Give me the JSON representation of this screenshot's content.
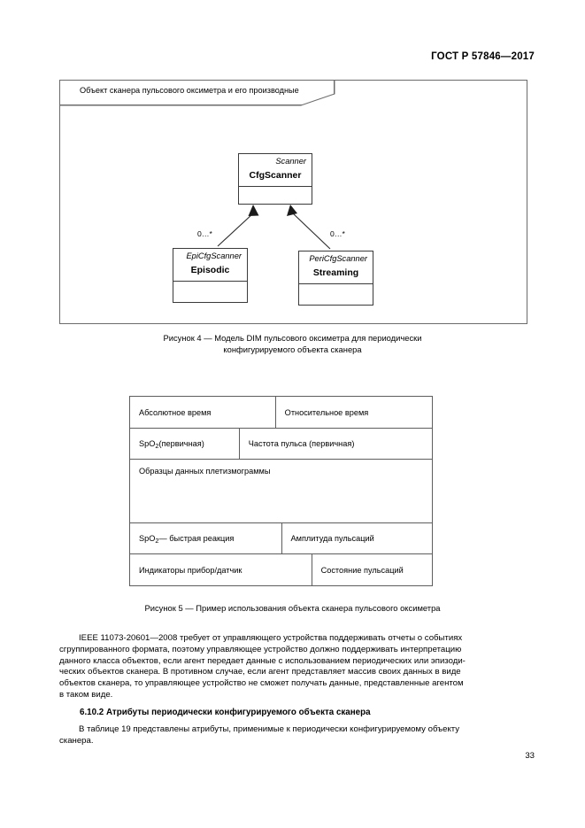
{
  "header": {
    "standard": "ГОСТ Р 57846—2017"
  },
  "figure4": {
    "package_label": "Объект сканера пульсового оксиметра и его производные",
    "classes": {
      "root": {
        "stereotype": "Scanner",
        "name": "CfgScanner"
      },
      "left": {
        "stereotype": "EpiCfgScanner",
        "name": "Episodic"
      },
      "right": {
        "stereotype": "PeriCfgScanner",
        "name": "Streaming"
      }
    },
    "multiplicity": {
      "left": "0...*",
      "right": "0...*"
    },
    "caption_line1": "Рисунок 4 — Модель DIM пульсового оксиметра для периодически",
    "caption_line2": "конфигурируемого объекта сканера"
  },
  "figure5": {
    "rows": [
      {
        "left": "Абсолютное время",
        "right": "Относительное время"
      },
      {
        "left": "SpO",
        "left_sub": "2",
        "left_tail": " (первичная)",
        "right": "Частота пульса (первичная)"
      },
      {
        "full": "Образцы данных плетизмограммы"
      },
      {
        "left": "SpO",
        "left_sub": "2",
        "left_tail": " — быстрая реакция",
        "right": "Амплитуда пульсаций"
      },
      {
        "left": "Индикаторы прибор/датчик",
        "right": "Состояние пульсаций"
      }
    ],
    "caption": "Рисунок 5 — Пример использования объекта сканера пульсового оксиметра"
  },
  "body": {
    "paragraph1_lines": [
      "IEEE 11073-20601—2008 требует от управляющего устройства поддерживать отчеты о событиях",
      "сгруппированного формата, поэтому управляющее устройство должно поддерживать интерпретацию",
      "данного класса объектов, если агент передает данные с использованием периодических или эпизоди-",
      "ческих объектов сканера. В противном случае, если агент представляет массив своих данных в виде",
      "объектов сканера, то управляющее устройство не сможет получать данные, представленные агентом",
      "в таком виде."
    ],
    "heading_6_10_2": "6.10.2 Атрибуты периодически конфигурируемого объекта сканера",
    "paragraph2_lines": [
      "В таблице 19 представлены атрибуты, применимые к периодически конфигурируемому объекту",
      "сканера."
    ]
  },
  "footer": {
    "page_number": "33"
  }
}
